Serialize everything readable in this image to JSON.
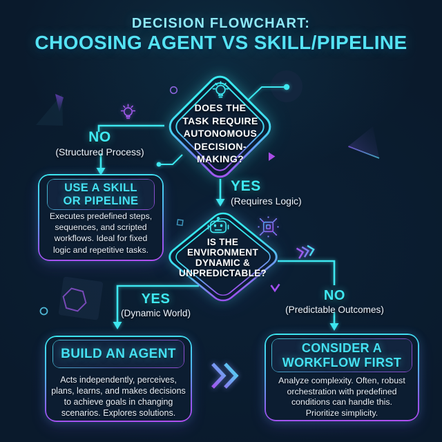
{
  "colors": {
    "background": "#0A1A2C",
    "accent_cyan": "#3FE9F2",
    "accent_purple": "#A855F7",
    "text_light": "#EEF3FA"
  },
  "title": {
    "kicker": "DECISION FLOWCHART:",
    "main": "CHOOSING AGENT VS SKILL/PIPELINE"
  },
  "diamond1": {
    "icon": "lightbulb-icon",
    "lines": [
      "DOES THE",
      "TASK REQUIRE",
      "AUTONOMOUS",
      "DECISION-",
      "MAKING?"
    ]
  },
  "diamond2": {
    "icon": "robot-icon",
    "side_icon": "microchip-icon",
    "lines": [
      "IS THE",
      "ENVIRONMENT",
      "DYNAMIC &",
      "UNPREDICTABLE?"
    ]
  },
  "branches": {
    "d1_no": {
      "answer": "NO",
      "qualifier": "(Structured Process)"
    },
    "d1_yes": {
      "answer": "YES",
      "qualifier": "(Requires Logic)"
    },
    "d2_yes": {
      "answer": "YES",
      "qualifier": "(Dynamic World)"
    },
    "d2_no": {
      "answer": "NO",
      "qualifier": "(Predictable Outcomes)"
    }
  },
  "outcomes": {
    "skill": {
      "title_lines": [
        "USE A SKILL",
        "OR PIPELINE"
      ],
      "description_lines": [
        "Executes predefined steps,",
        "sequences, and scripted",
        "workflows. Ideal for fixed",
        "logic and repetitive tasks."
      ]
    },
    "agent": {
      "title_lines": [
        "BUILD AN AGENT"
      ],
      "description_lines": [
        "Acts independently, perceives,",
        "plans, learns, and makes decisions",
        "to achieve goals in changing",
        "scenarios. Explores solutions."
      ]
    },
    "workflow": {
      "title_lines": [
        "CONSIDER A",
        "WORKFLOW FIRST"
      ],
      "description_lines": [
        "Analyze complexity. Often, robust",
        "orchestration with predefined",
        "conditions can handle this.",
        "Prioritize simplicity."
      ]
    }
  },
  "icons": [
    "lightbulb-icon",
    "robot-icon",
    "microchip-icon",
    "fast-forward-chevrons-icon",
    "triple-chevron-icon"
  ]
}
